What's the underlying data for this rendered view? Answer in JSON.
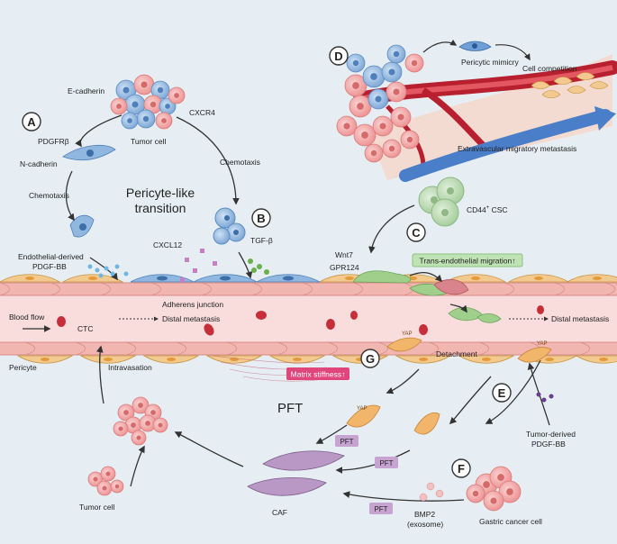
{
  "panels": {
    "A": "A",
    "B": "B",
    "C": "C",
    "D": "D",
    "E": "E",
    "F": "F",
    "G": "G"
  },
  "labels": {
    "e_cadherin": "E-cadherin",
    "cxcr4": "CXCR4",
    "tumor_cell_top": "Tumor cell",
    "pdgfrb": "PDGFRβ",
    "n_cadherin": "N-cadherin",
    "chemotaxis_left": "Chemotaxis",
    "chemotaxis_right": "Chemotaxis",
    "pericyte_like_1": "Pericyte-like",
    "pericyte_like_2": "transition",
    "endothelial_pdgf_1": "Endothelial-derived",
    "endothelial_pdgf_2": "PDGF-BB",
    "cxcl12": "CXCL12",
    "tgfb": "TGF-β",
    "adherens_junction": "Adherens junction",
    "blood_flow": "Blood flow",
    "ctc": "CTC",
    "distal_metastasis_left": "Distal metastasis",
    "pericyte": "Pericyte",
    "intravasation": "Intravasation",
    "pericytic_mimicry": "Pericytic mimicry",
    "cell_competition": "Cell competition",
    "extravascular": "Extravascular migratory metastasis",
    "cd44_csc_prefix": "CD44",
    "cd44_csc_sup": "+",
    "cd44_csc_suffix": " CSC",
    "wnt7": "Wnt7",
    "gpr124": "GPR124",
    "trans_endothelial": "Trans-endothelial migration↑",
    "distal_metastasis_right": "Distal metastasis",
    "detachment": "Detachment",
    "yap_1": "YAP",
    "yap_2": "YAP",
    "yap_3": "YAP",
    "matrix_stiffness": "Matrix stiffness↑",
    "pft_big": "PFT",
    "pft_1": "PFT",
    "pft_2": "PFT",
    "pft_3": "PFT",
    "tumor_derived_1": "Tumor-derived",
    "tumor_derived_2": "PDGF-BB",
    "tumor_cell_bottom": "Tumor cell",
    "caf": "CAF",
    "bmp2_1": "BMP2",
    "bmp2_2": "(exosome)",
    "gastric_cancer": "Gastric cancer cell"
  },
  "colors": {
    "background": "#e6eef3",
    "vessel": "#f9dcdc",
    "endothelium": "#f2b6b0",
    "pericyte": "#f2c98e",
    "tumor_blue": "#8fb7e0",
    "tumor_pink": "#f2a6a6",
    "csc_green": "#b9d7b1",
    "pft_box": "#c7a3d1",
    "migration_box": "#bfe3b4",
    "stiffness_box": "#e0457b",
    "arrow_blue": "#4a7ec8"
  }
}
